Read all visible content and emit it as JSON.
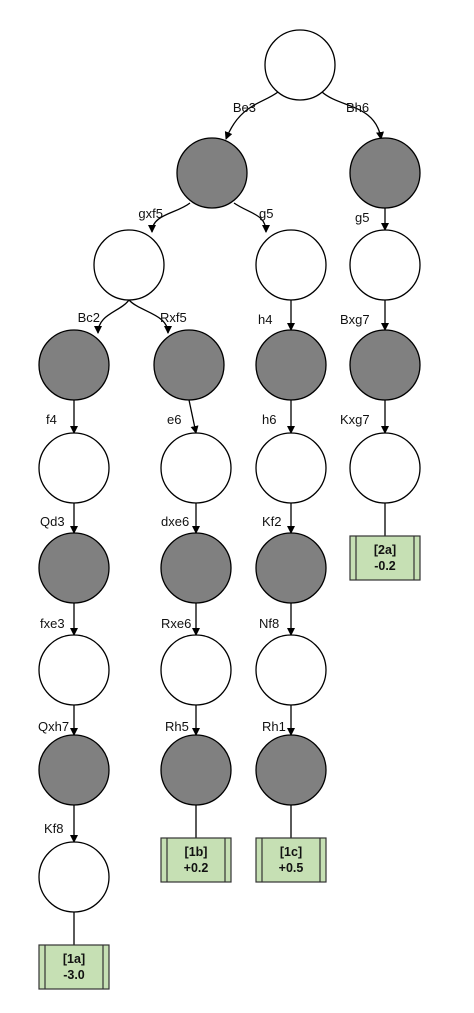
{
  "colors": {
    "white_node": "#ffffff",
    "gray_node": "#808080",
    "leaf_fill": "#c6e0b4"
  },
  "root": {
    "color": "white",
    "children": [
      {
        "move": "Be3",
        "color": "gray",
        "children": [
          {
            "move": "gxf5",
            "color": "white",
            "children": [
              {
                "move": "Bc2",
                "color": "gray",
                "children": [
                  {
                    "move": "f4",
                    "color": "white",
                    "children": [
                      {
                        "move": "Qd3",
                        "color": "gray",
                        "children": [
                          {
                            "move": "fxe3",
                            "color": "white",
                            "children": [
                              {
                                "move": "Qxh7",
                                "color": "gray",
                                "children": [
                                  {
                                    "move": "Kf8",
                                    "color": "white",
                                    "leaf": {
                                      "id": "[1a]",
                                      "score": "-3.0"
                                    }
                                  }
                                ]
                              }
                            ]
                          }
                        ]
                      }
                    ]
                  }
                ]
              },
              {
                "move": "Rxf5",
                "color": "gray",
                "children": [
                  {
                    "move": "e6",
                    "color": "white",
                    "children": [
                      {
                        "move": "dxe6",
                        "color": "gray",
                        "children": [
                          {
                            "move": "Rxe6",
                            "color": "white",
                            "children": [
                              {
                                "move": "Rh5",
                                "color": "gray",
                                "leaf": {
                                  "id": "[1b]",
                                  "score": "+0.2"
                                }
                              }
                            ]
                          }
                        ]
                      }
                    ]
                  }
                ]
              }
            ]
          },
          {
            "move": "g5",
            "color": "white",
            "children": [
              {
                "move": "h4",
                "color": "gray",
                "children": [
                  {
                    "move": "h6",
                    "color": "white",
                    "children": [
                      {
                        "move": "Kf2",
                        "color": "gray",
                        "children": [
                          {
                            "move": "Nf8",
                            "color": "white",
                            "children": [
                              {
                                "move": "Rh1",
                                "color": "gray",
                                "leaf": {
                                  "id": "[1c]",
                                  "score": "+0.5"
                                }
                              }
                            ]
                          }
                        ]
                      }
                    ]
                  }
                ]
              }
            ]
          }
        ]
      },
      {
        "move": "Bh6",
        "color": "gray",
        "children": [
          {
            "move": "g5",
            "color": "white",
            "children": [
              {
                "move": "Bxg7",
                "color": "gray",
                "children": [
                  {
                    "move": "Kxg7",
                    "color": "white",
                    "leaf": {
                      "id": "[2a]",
                      "score": "-0.2"
                    }
                  }
                ]
              }
            ]
          }
        ]
      }
    ]
  }
}
